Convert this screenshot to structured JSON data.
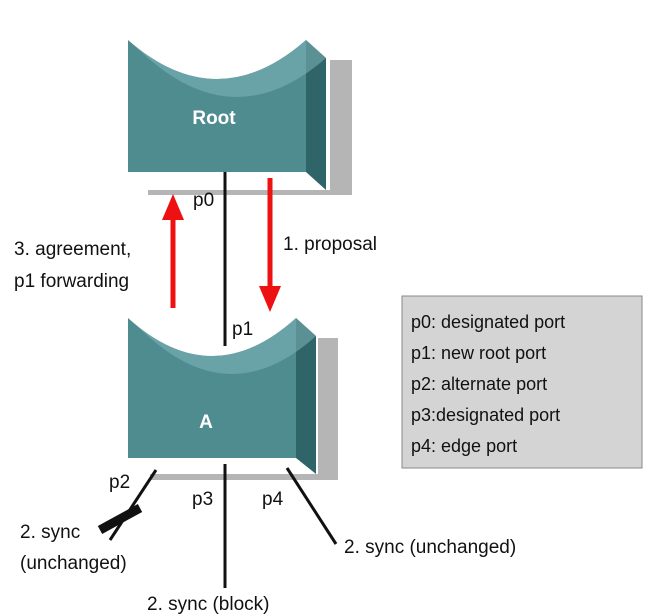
{
  "switches": {
    "root": {
      "label": "Root"
    },
    "a": {
      "label": "A"
    }
  },
  "ports": {
    "p0": "p0",
    "p1": "p1",
    "p2": "p2",
    "p3": "p3",
    "p4": "p4"
  },
  "messages": {
    "proposal": "1. proposal",
    "agreement_line1": "3. agreement,",
    "agreement_line2": "p1 forwarding",
    "sync_p2_line1": "2. sync",
    "sync_p2_line2": "(unchanged)",
    "sync_p3": "2. sync (block)",
    "sync_p4": "2. sync (unchanged)"
  },
  "legend": {
    "items": [
      "p0: designated port",
      "p1: new root port",
      "p2: alternate port",
      "p3:designated port",
      "p4: edge port"
    ]
  },
  "colors": {
    "switch_front": "#4f8c90",
    "switch_top": "#6fa9ad",
    "switch_side": "#2f6468",
    "shadow": "#b5b5b5",
    "arrow": "#ee1111",
    "legend_bg": "#d4d4d4"
  }
}
